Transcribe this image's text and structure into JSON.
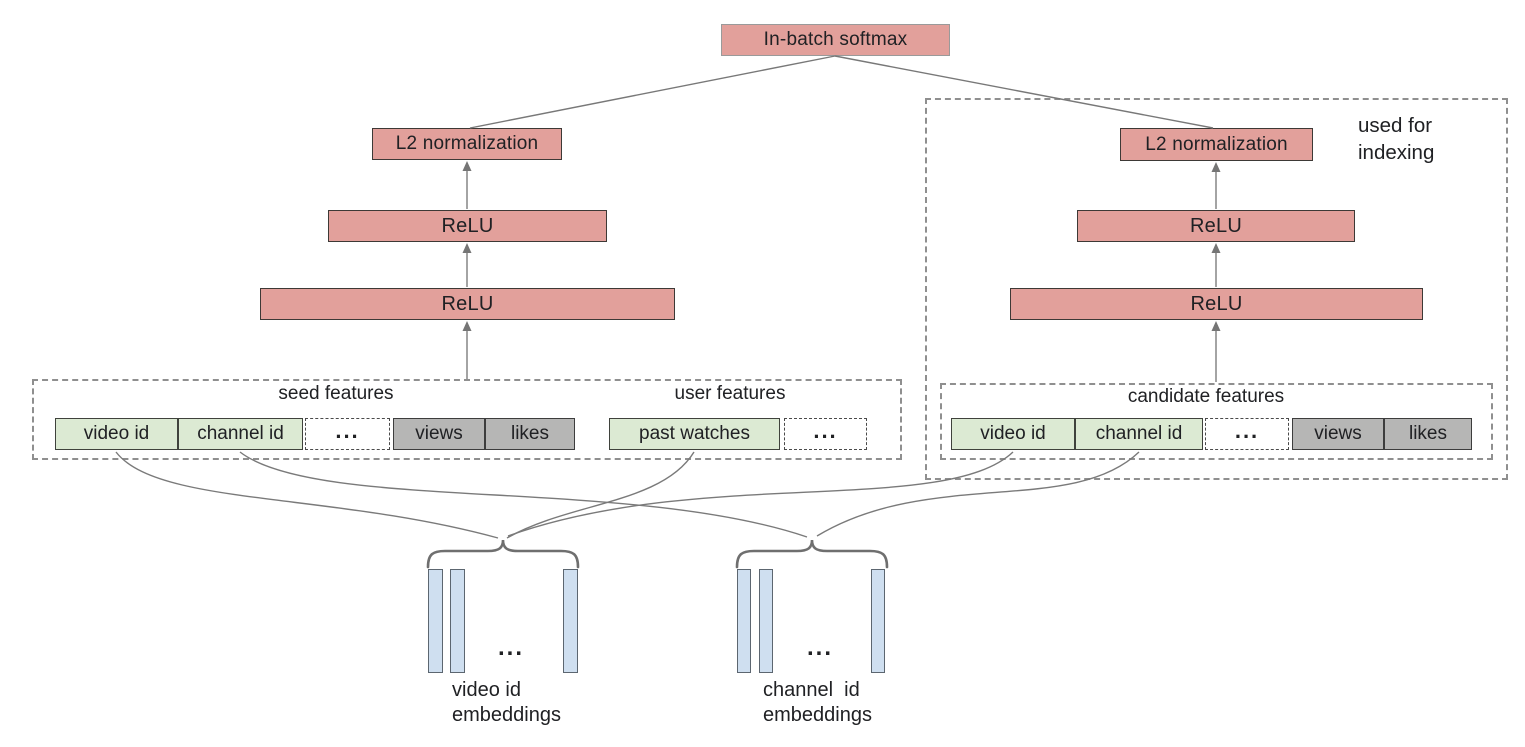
{
  "diagram": {
    "softmax_label": "In-batch softmax",
    "towers": {
      "left": {
        "l2": "L2 normalization",
        "relu_top": "ReLU",
        "relu_bottom": "ReLU"
      },
      "right": {
        "l2": "L2 normalization",
        "relu_top": "ReLU",
        "relu_bottom": "ReLU"
      }
    },
    "annotation": {
      "line1": "used for",
      "line2": "indexing"
    },
    "feature_groups": {
      "seed_label": "seed features",
      "user_label": "user features",
      "candidate_label": "candidate features"
    },
    "cells": {
      "seed_video_id": "video id",
      "seed_channel_id": "channel id",
      "seed_ellipsis": "...",
      "seed_views": "views",
      "seed_likes": "likes",
      "user_past_watches": "past watches",
      "user_ellipsis": "...",
      "cand_video_id": "video id",
      "cand_channel_id": "channel id",
      "cand_ellipsis": "...",
      "cand_views": "views",
      "cand_likes": "likes"
    },
    "embeddings": {
      "video": {
        "line1": "video id",
        "line2": "embeddings",
        "dots": "..."
      },
      "channel": {
        "line1": "channel  id",
        "line2": "embeddings",
        "dots": "..."
      }
    },
    "colors": {
      "box_pink": "#e2a09b",
      "cell_green": "#dcead3",
      "cell_gray": "#b6b6b5",
      "bar_blue": "#cfdff0",
      "line_gray": "#7a7a7a",
      "dash_gray": "#8f8f8f"
    }
  }
}
